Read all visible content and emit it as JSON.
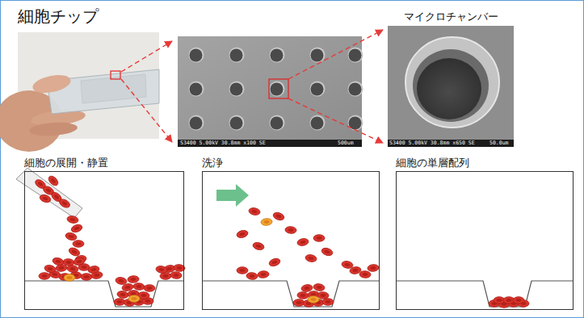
{
  "diagram": {
    "title": "細胞チップ",
    "nodes": [
      {
        "text": [
          "マイクロチャンバー"
        ]
      },
      {
        "text": [
          "細胞の展開・静置"
        ]
      },
      {
        "text": [
          "洗浄"
        ]
      },
      {
        "text": [
          "細胞の単層配列"
        ]
      }
    ],
    "labels": [
      "S3400 5.00kV 30.8mm x100 SE",
      "500um",
      "S3400 5.00kV 30.8mm x650 SE",
      "50.0um"
    ]
  }
}
